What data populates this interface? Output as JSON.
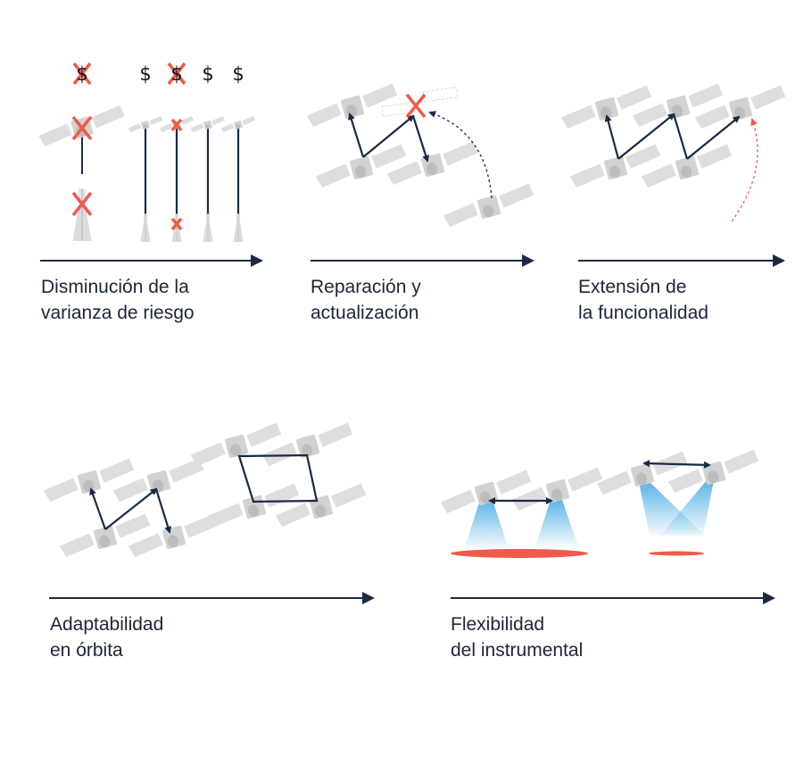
{
  "colors": {
    "navy": "#1b2a44",
    "red": "#ef5a4a",
    "beam": "#5ab4e6",
    "satellite": "#dcdcdc"
  },
  "panels": [
    {
      "label_line1": "Disminución de la",
      "label_line2": "varianza de riesgo",
      "dollar_symbol": "$"
    },
    {
      "label_line1": "Reparación y",
      "label_line2": "actualización"
    },
    {
      "label_line1": "Extensión de",
      "label_line2": "la funcionalidad"
    },
    {
      "label_line1": "Adaptabilidad",
      "label_line2": "en órbita"
    },
    {
      "label_line1": "Flexibilidad",
      "label_line2": "del instrumental"
    }
  ]
}
